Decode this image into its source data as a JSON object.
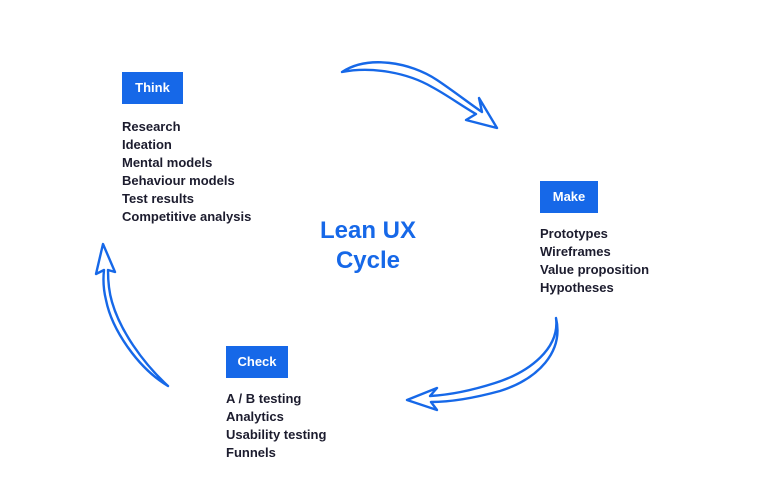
{
  "title_line1": "Lean UX",
  "title_line2": "Cycle",
  "accent_color": "#1668e8",
  "text_color": "#1c1c2e",
  "think": {
    "label": "Think",
    "items": [
      "Research",
      "Ideation",
      "Mental models",
      "Behaviour models",
      "Test results",
      "Competitive analysis"
    ]
  },
  "make": {
    "label": "Make",
    "items": [
      "Prototypes",
      "Wireframes",
      "Value proposition",
      "Hypotheses"
    ]
  },
  "check": {
    "label": "Check",
    "items": [
      "A / B testing",
      "Analytics",
      "Usability testing",
      "Funnels"
    ]
  }
}
